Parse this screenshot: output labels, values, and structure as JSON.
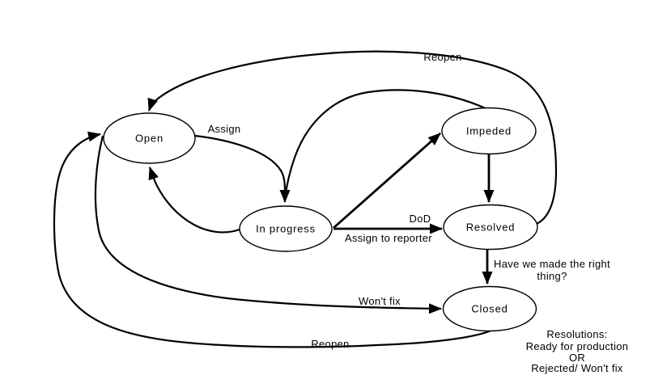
{
  "diagram": {
    "background_color": "#ffffff",
    "line_color": "#000000",
    "text_color": "#000000",
    "nodes": [
      {
        "id": "open",
        "label": "Open"
      },
      {
        "id": "in-progress",
        "label": "In progress"
      },
      {
        "id": "impeded",
        "label": "Impeded"
      },
      {
        "id": "resolved",
        "label": "Resolved"
      },
      {
        "id": "closed",
        "label": "Closed"
      }
    ],
    "edges": [
      {
        "from": "Open",
        "to": "In progress",
        "label": "Assign"
      },
      {
        "from": "In progress",
        "to": "Open",
        "label": ""
      },
      {
        "from": "In progress",
        "to": "Impeded",
        "label": ""
      },
      {
        "from": "Impeded",
        "to": "In progress",
        "label": ""
      },
      {
        "from": "In progress",
        "to": "Resolved",
        "label_top": "DoD",
        "label_bottom": "Assign to reporter"
      },
      {
        "from": "Impeded",
        "to": "Resolved",
        "label": ""
      },
      {
        "from": "Resolved",
        "to": "Closed",
        "label_lines": [
          "Have we made the right",
          "thing?"
        ]
      },
      {
        "from": "Resolved",
        "to": "Open",
        "label": "Reopen"
      },
      {
        "from": "Open",
        "to": "Closed",
        "label": "Won't fix"
      },
      {
        "from": "Closed",
        "to": "Open",
        "label": "Reopen"
      }
    ],
    "annotation": {
      "lines": [
        "Resolutions:",
        "Ready for production",
        "OR",
        "Rejected/ Won't fix"
      ]
    }
  }
}
